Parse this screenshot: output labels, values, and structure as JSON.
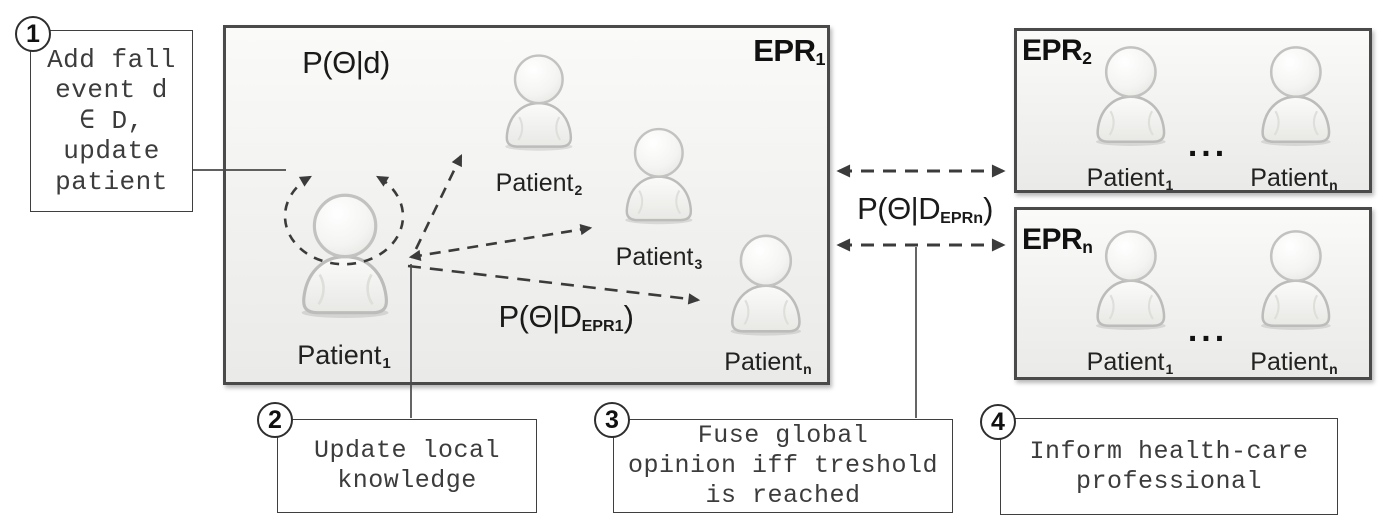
{
  "annotations": {
    "step1": {
      "number": "1",
      "lines": [
        "Add fall",
        "event d",
        "∈ D,",
        "update",
        "patient"
      ]
    },
    "step2": {
      "number": "2",
      "lines": [
        "Update local",
        "knowledge"
      ]
    },
    "step3": {
      "number": "3",
      "lines": [
        "Fuse global",
        "opinion iff treshold",
        "is reached"
      ]
    },
    "step4": {
      "number": "4",
      "lines": [
        "Inform health-care",
        "professional"
      ]
    }
  },
  "epr1": {
    "title": {
      "base": "EPR",
      "sub": "1"
    },
    "self_loop_label": "P(Θ|d)",
    "broadcast_label": {
      "prefix": "P(Θ|D",
      "sub": "EPR1",
      "suffix": ")"
    },
    "patients": [
      {
        "base": "Patient",
        "sub": "1"
      },
      {
        "base": "Patient",
        "sub": "2"
      },
      {
        "base": "Patient",
        "sub": "3"
      },
      {
        "base": "Patient",
        "sub": "n"
      }
    ]
  },
  "epr2": {
    "title": {
      "base": "EPR",
      "sub": "2"
    },
    "patients": [
      {
        "base": "Patient",
        "sub": "1"
      },
      {
        "base": "Patient",
        "sub": "n"
      }
    ],
    "ellipsis": "..."
  },
  "eprn": {
    "title": {
      "base": "EPR",
      "sub": "n"
    },
    "patients": [
      {
        "base": "Patient",
        "sub": "1"
      },
      {
        "base": "Patient",
        "sub": "n"
      }
    ],
    "ellipsis": "..."
  },
  "exchange_label": {
    "prefix": "P(Θ|D",
    "sub": "EPRn",
    "suffix": ")"
  },
  "colors": {
    "box_fill": "#f1f1ef",
    "box_border": "#4a4a4a",
    "note_border": "#3f3f3f",
    "line": "#3b3b3b",
    "text": "#1e1e1e",
    "mono_text": "#3c3c3c"
  }
}
